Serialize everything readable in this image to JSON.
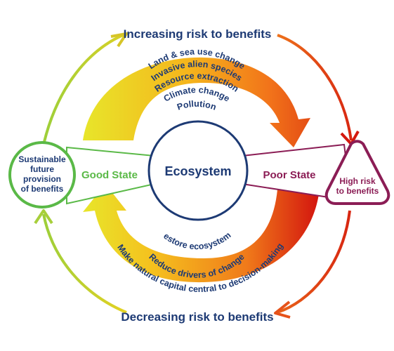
{
  "top_label": "Increasing risk to benefits",
  "bottom_label": "Decreasing risk to benefits",
  "center_label": "Ecosystem",
  "good_state_label": "Good State",
  "poor_state_label": "Poor State",
  "left_node": {
    "lines": [
      "Sustainable",
      "future",
      "provision",
      "of benefits"
    ]
  },
  "right_node": {
    "lines": [
      "High risk",
      "to benefits"
    ]
  },
  "pressures": [
    "Land & sea use change",
    "Invasive alien species",
    "Resource extraction",
    "Climate change",
    "Pollution"
  ],
  "responses": [
    "Restore ecosystems",
    "Reduce drivers of change",
    "Make natural capital central to decision-making"
  ],
  "colors": {
    "navy": "#1d3a74",
    "good_green": "#5ab947",
    "poor_purple": "#8b1d55",
    "gradient_yellow": "#e6df2a",
    "gradient_orange": "#f0801a",
    "gradient_red": "#d11a0f"
  }
}
